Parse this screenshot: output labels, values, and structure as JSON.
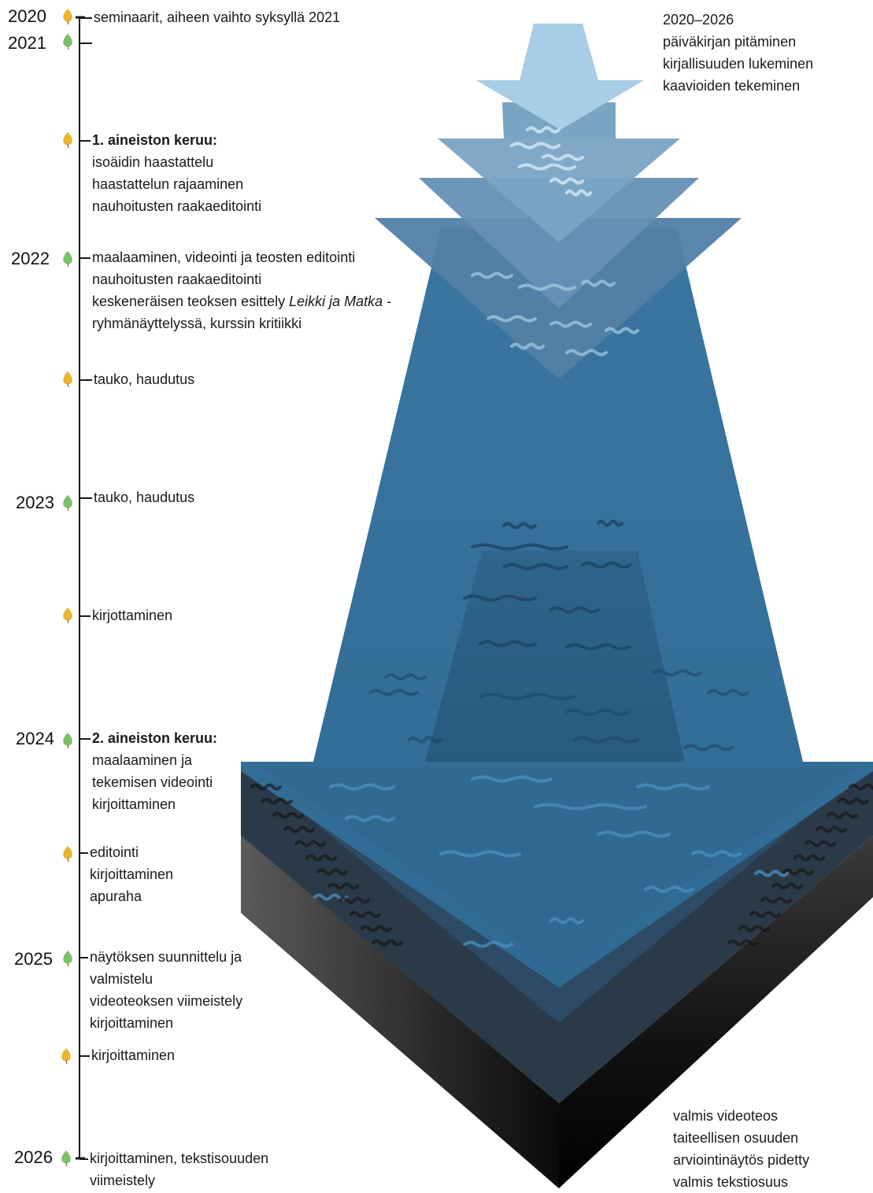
{
  "colors": {
    "leaf_yellow": "#e8b630",
    "leaf_green": "#7cc06a",
    "arrow_light": "#a9cde6",
    "arrow_mid1": "#83aac9",
    "arrow_mid2": "#6b95b8",
    "arrow_mid3": "#5a84aa",
    "big_arrow": "#346f98",
    "base_dark": "#1a1a1a"
  },
  "years": [
    "2020",
    "2021",
    "2022",
    "2023",
    "2024",
    "2025",
    "2026"
  ],
  "entries": [
    {
      "leaf": "yellow",
      "lines": [
        {
          "parts": [
            {
              "t": "seminaarit, aiheen vaihto syksyllä 2021"
            }
          ]
        }
      ]
    },
    {
      "leaf": "green",
      "lines": []
    },
    {
      "leaf": "yellow",
      "lines": [
        {
          "parts": [
            {
              "t": "1. aineiston keruu:",
              "s": "b"
            }
          ]
        },
        {
          "parts": [
            {
              "t": "isoäidin haastattelu"
            }
          ]
        },
        {
          "parts": [
            {
              "t": "haastattelun rajaaminen"
            }
          ]
        },
        {
          "parts": [
            {
              "t": "nauhoitusten raakaeditointi"
            }
          ]
        }
      ]
    },
    {
      "leaf": "green",
      "lines": [
        {
          "parts": [
            {
              "t": "maalaaminen, videointi ja  teosten editointi"
            }
          ]
        },
        {
          "parts": [
            {
              "t": "nauhoitusten raakaeditointi"
            }
          ]
        },
        {
          "parts": [
            {
              "t": "keskeneräisen teoksen esittely "
            },
            {
              "t": "Leikki ja Matka",
              "s": "i"
            },
            {
              "t": " -"
            }
          ]
        },
        {
          "parts": [
            {
              "t": "ryhmänäyttelyssä, kurssin kritiikki"
            }
          ]
        }
      ]
    },
    {
      "leaf": "yellow",
      "lines": [
        {
          "parts": [
            {
              "t": "tauko, haudutus"
            }
          ]
        }
      ]
    },
    {
      "leaf": "green",
      "lines": [
        {
          "parts": [
            {
              "t": "tauko, haudutus"
            }
          ]
        }
      ]
    },
    {
      "leaf": "yellow",
      "lines": [
        {
          "parts": [
            {
              "t": "kirjottaminen"
            }
          ]
        }
      ]
    },
    {
      "leaf": "green",
      "lines": [
        {
          "parts": [
            {
              "t": "2. aineiston keruu:",
              "s": "b"
            }
          ]
        },
        {
          "parts": [
            {
              "t": "maalaaminen ja"
            }
          ]
        },
        {
          "parts": [
            {
              "t": "tekemisen videointi"
            }
          ]
        },
        {
          "parts": [
            {
              "t": "kirjoittaminen"
            }
          ]
        }
      ]
    },
    {
      "leaf": "yellow",
      "lines": [
        {
          "parts": [
            {
              "t": "editointi"
            }
          ]
        },
        {
          "parts": [
            {
              "t": "kirjoittaminen"
            }
          ]
        },
        {
          "parts": [
            {
              "t": "apuraha"
            }
          ]
        }
      ]
    },
    {
      "leaf": "green",
      "lines": [
        {
          "parts": [
            {
              "t": "näytöksen suunnittelu ja"
            }
          ]
        },
        {
          "parts": [
            {
              "t": "valmistelu"
            }
          ]
        },
        {
          "parts": [
            {
              "t": "videoteoksen viimeistely"
            }
          ]
        },
        {
          "parts": [
            {
              "t": "kirjoittaminen"
            }
          ]
        }
      ]
    },
    {
      "leaf": "yellow",
      "lines": [
        {
          "parts": [
            {
              "t": "kirjoittaminen"
            }
          ]
        }
      ]
    },
    {
      "leaf": "green",
      "lines": [
        {
          "parts": [
            {
              "t": "kirjoittaminen, tekstisouuden"
            }
          ]
        },
        {
          "parts": [
            {
              "t": "viimeistely"
            }
          ]
        }
      ]
    }
  ],
  "top_note": [
    "2020–2026",
    "päiväkirjan pitäminen",
    "kirjallisuuden lukeminen",
    "kaavioiden tekeminen"
  ],
  "bottom_note": [
    "valmis videoteos",
    "taiteellisen osuuden",
    "arviointinäytös pidetty",
    "valmis tekstiosuus"
  ]
}
